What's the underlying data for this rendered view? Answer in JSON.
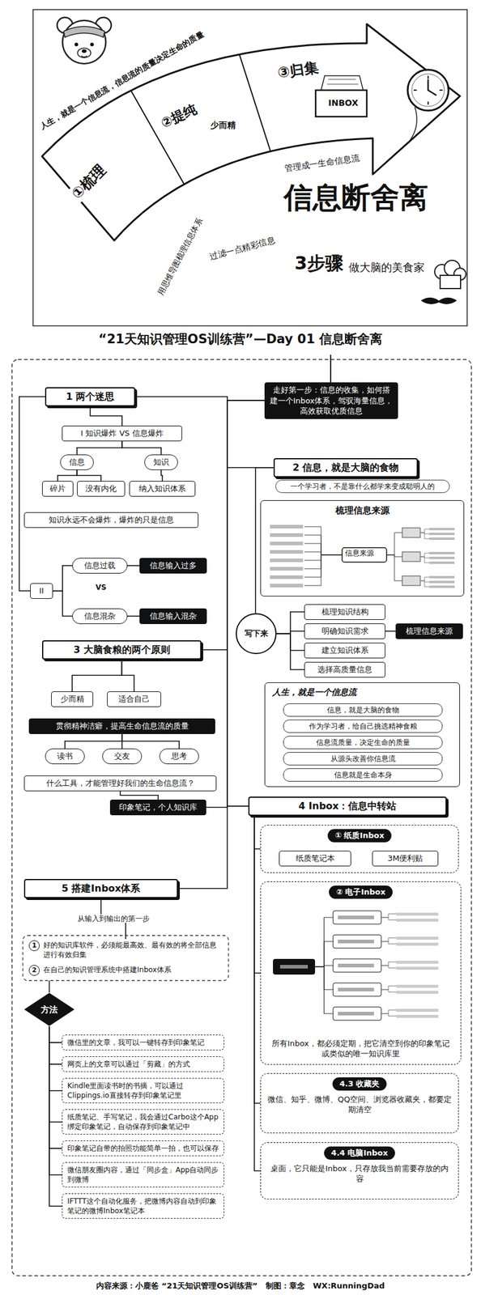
{
  "diagram": {
    "title": "“21天知识管理OS训练营”—Day 01 信息断舍离",
    "caption": "内容来源：小鹿爸 “21天知识管理OS训练营”   制图：章念   WX:RunningDad",
    "nodes": [
      {
        "text": [
          "走好第一步：信息的收集，如何搭建一个Inbox体系，驾驭海量信息，高效获取优质信息"
        ]
      },
      {
        "text": [
          "1 两个迷思"
        ]
      },
      {
        "text": [
          "I 知识爆炸 VS 信息爆炸"
        ]
      },
      {
        "text": [
          "信息"
        ]
      },
      {
        "text": [
          "知识"
        ]
      },
      {
        "text": [
          "碎片"
        ]
      },
      {
        "text": [
          "没有内化"
        ]
      },
      {
        "text": [
          "纳入知识体系"
        ]
      },
      {
        "text": [
          "知识永远不会爆炸，爆炸的只是信息"
        ]
      },
      {
        "text": [
          "II"
        ]
      },
      {
        "text": [
          "信息过载"
        ]
      },
      {
        "text": [
          "信息输入过多"
        ]
      },
      {
        "text": [
          "信息混杂"
        ]
      },
      {
        "text": [
          "信息输入混杂"
        ]
      },
      {
        "text": [
          "2 信息，就是大脑的食物"
        ]
      },
      {
        "text": [
          "一个学习者，不是靠什么都学来变成聪明人的"
        ]
      },
      {
        "text": [
          "梳理信息来源"
        ]
      },
      {
        "text": [
          "写下来"
        ]
      },
      {
        "text": [
          "梳理知识结构"
        ]
      },
      {
        "text": [
          "明确知识需求"
        ]
      },
      {
        "text": [
          "建立知识体系"
        ]
      },
      {
        "text": [
          "选择高质量信息"
        ]
      },
      {
        "text": [
          "梳理信息来源"
        ]
      },
      {
        "text": [
          "人生，就是一个信息流"
        ]
      },
      {
        "text": [
          "信息，就是大脑的食物"
        ],
        "in": 23
      },
      {
        "text": [
          "作为学习者，给自己挑选精神食粮"
        ],
        "in": 23
      },
      {
        "text": [
          "信息流质量，决定生命的质量"
        ],
        "in": 23
      },
      {
        "text": [
          "从源头改善你信息流"
        ],
        "in": 23
      },
      {
        "text": [
          "信息就是生命本身"
        ],
        "in": 23
      },
      {
        "text": [
          "3 大脑食粮的两个原则"
        ]
      },
      {
        "text": [
          "少而精"
        ]
      },
      {
        "text": [
          "适合自己"
        ]
      },
      {
        "text": [
          "贯彻精神洁癖，提高生命信息流的质量"
        ]
      },
      {
        "text": [
          "读书"
        ]
      },
      {
        "text": [
          "交友"
        ]
      },
      {
        "text": [
          "思考"
        ]
      },
      {
        "text": [
          "什么工具，才能管理好我们的生命信息流？"
        ]
      },
      {
        "text": [
          "印象笔记，个人知识库"
        ]
      },
      {
        "text": [
          "4 Inbox：信息中转站"
        ]
      },
      {
        "text": [
          "① 纸质Inbox"
        ]
      },
      {
        "text": [
          "纸质笔记本"
        ],
        "in": 39
      },
      {
        "text": [
          "3M便利贴"
        ],
        "in": 39
      },
      {
        "text": [
          "② 电子Inbox",
          "所有Inbox，都必须定期，把它清空到你的印象笔记或类似的唯一知识库里"
        ]
      },
      {
        "text": [
          "4.3 收藏夹",
          "微信、知乎、微博、QQ空间、浏览器收藏夹，都要定期清空"
        ]
      },
      {
        "text": [
          "4.4 电脑Inbox",
          "桌面，它只能是Inbox，只存放我当前需要存放的内容"
        ]
      },
      {
        "text": [
          "5 搭建Inbox体系"
        ]
      },
      {
        "text": [
          "1",
          "好的知识库软件，必须能最高效、最有效的将全部信息进行有效归集"
        ]
      },
      {
        "text": [
          "2",
          "在自己的知识管理系统中搭建Inbox体系"
        ]
      },
      {
        "text": [
          "方法"
        ]
      },
      {
        "text": [
          "微信里的文章，我可以一键转存到印象笔记"
        ]
      },
      {
        "text": [
          "网页上的文章可以通过「剪藏」的方式"
        ]
      },
      {
        "text": [
          "Kindle里面读书时的书摘，可以通过Clippings.io直接转存到印象笔记里"
        ]
      },
      {
        "text": [
          "纸质笔记、手写笔记，我会通过Carbo这个App绑定印象笔记，自动保存到印象笔记中"
        ]
      },
      {
        "text": [
          "印象笔记自带的拍照功能简单一拍，也可以保存"
        ]
      },
      {
        "text": [
          "微信朋友圈内容，通过「同步盒」App自动同步到微博"
        ]
      },
      {
        "text": [
          "IFTTT这个自动化服务，把微博内容自动到印象笔记的微博Inbox笔记本"
        ]
      }
    ],
    "edges": [
      {
        "from": 0,
        "to": 1,
        "arrow": "none"
      },
      {
        "from": 0,
        "to": 14,
        "arrow": "none"
      },
      {
        "from": 0,
        "to": 29,
        "arrow": "none"
      },
      {
        "from": 0,
        "to": 38,
        "arrow": "none"
      },
      {
        "from": 0,
        "to": 45,
        "arrow": "none"
      },
      {
        "from": 1,
        "to": 2,
        "arrow": "none"
      },
      {
        "from": 1,
        "to": 9,
        "arrow": "none"
      },
      {
        "from": 2,
        "to": 3,
        "arrow": "none"
      },
      {
        "from": 2,
        "to": 4,
        "arrow": "none"
      },
      {
        "from": 3,
        "to": 5,
        "arrow": "none"
      },
      {
        "from": 3,
        "to": 6,
        "arrow": "none"
      },
      {
        "from": 4,
        "to": 7,
        "arrow": "none"
      },
      {
        "from": 9,
        "to": 10,
        "arrow": "none"
      },
      {
        "from": 9,
        "to": 12,
        "arrow": "none"
      },
      {
        "from": 10,
        "to": 11,
        "arrow": "none"
      },
      {
        "from": 12,
        "to": 13,
        "arrow": "none"
      },
      {
        "from": 14,
        "to": 17,
        "arrow": "none"
      },
      {
        "from": 17,
        "to": 18,
        "arrow": "none"
      },
      {
        "from": 17,
        "to": 19,
        "arrow": "none"
      },
      {
        "from": 17,
        "to": 20,
        "arrow": "none"
      },
      {
        "from": 17,
        "to": 21,
        "arrow": "none"
      },
      {
        "from": 19,
        "to": 22,
        "arrow": "none"
      },
      {
        "from": 29,
        "to": 30,
        "arrow": "none"
      },
      {
        "from": 29,
        "to": 31,
        "arrow": "none"
      },
      {
        "from": 32,
        "to": 33,
        "arrow": "none"
      },
      {
        "from": 32,
        "to": 34,
        "arrow": "none"
      },
      {
        "from": 32,
        "to": 35,
        "arrow": "none"
      },
      {
        "from": 36,
        "to": 37,
        "arrow": "none"
      },
      {
        "from": 37,
        "to": 38,
        "arrow": "none"
      },
      {
        "from": 38,
        "to": 39,
        "arrow": "none"
      },
      {
        "from": 38,
        "to": 42,
        "arrow": "none"
      },
      {
        "from": 38,
        "to": 43,
        "arrow": "none"
      },
      {
        "from": 38,
        "to": 44,
        "arrow": "none"
      },
      {
        "from": 45,
        "to": 46,
        "label": "从输入到输出的第一步",
        "arrow": "none"
      },
      {
        "from": 48,
        "to": 49,
        "arrow": "none"
      },
      {
        "from": 48,
        "to": 50,
        "arrow": "none"
      },
      {
        "from": 48,
        "to": 51,
        "arrow": "none"
      },
      {
        "from": 48,
        "to": 52,
        "arrow": "none"
      },
      {
        "from": 48,
        "to": 53,
        "arrow": "none"
      },
      {
        "from": 48,
        "to": 54,
        "arrow": "none"
      },
      {
        "from": 48,
        "to": 55,
        "arrow": "none"
      }
    ],
    "labels": [
      "人生，就是一个信息流，信息流的质量决定生命的质量",
      "①梳理",
      "②提纯",
      "③归集",
      "用思维导图梳理信息体系",
      "少而精",
      "过滤一点精彩信息",
      "INBOX",
      "管理成一生命信息流",
      "信息断舍离",
      "3步骤",
      "做大脑的美食家",
      "VS",
      "信息来源"
    ]
  }
}
